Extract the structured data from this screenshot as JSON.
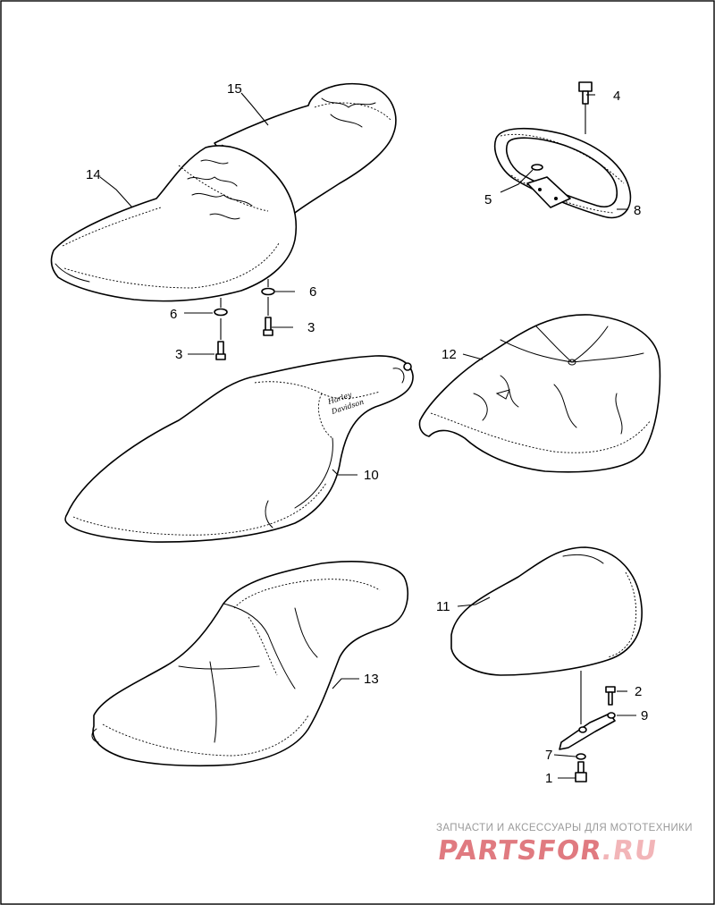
{
  "callouts": {
    "c1": "1",
    "c2": "2",
    "c3a": "3",
    "c3b": "3",
    "c4": "4",
    "c5": "5",
    "c6a": "6",
    "c6b": "6",
    "c7": "7",
    "c8": "8",
    "c9": "9",
    "c10": "10",
    "c11": "11",
    "c12": "12",
    "c13": "13",
    "c14": "14",
    "c15": "15"
  },
  "seat_logo_text": [
    "Harley",
    "Davidson"
  ],
  "watermark": {
    "line1": "ЗАПЧАСТИ И АКСЕССУАРЫ ДЛЯ МОТОТЕХНИКИ",
    "logo_main": "PARTSFOR",
    "logo_tld": ".RU",
    "color": "#e07a80"
  }
}
